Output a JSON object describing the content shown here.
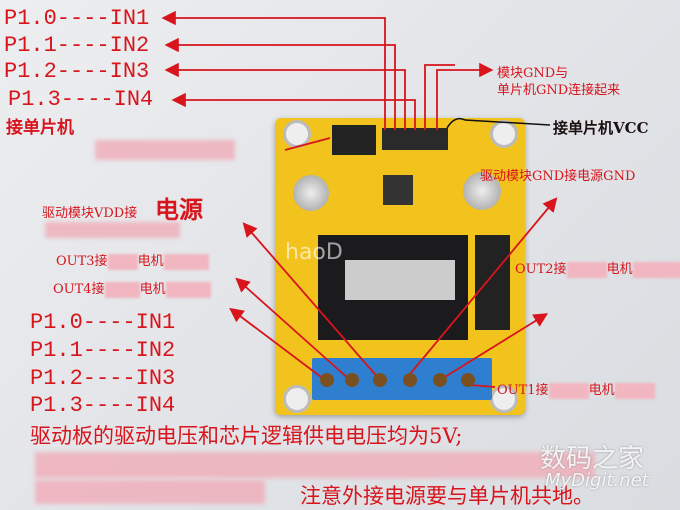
{
  "top_pin_map": [
    "P1.0----IN1",
    "P1.1----IN2",
    "P1.2----IN3",
    "P1.3----IN4"
  ],
  "connect_mcu_label": "接单片机",
  "gnd_note": [
    "模块GND与",
    "单片机GND连接起来"
  ],
  "vcc_label": "接单片机VCC",
  "gnd_power_label": "驱动模块GND接电源GND",
  "vdd_label": "驱动模块VDD接",
  "vdd_power": "电源",
  "out3": {
    "prefix": "OUT3接",
    "motor": "电机"
  },
  "out4": {
    "prefix": "OUT4接",
    "motor": "电机"
  },
  "out2": {
    "prefix": "OUT2接",
    "motor": "电机"
  },
  "out1": {
    "prefix": "OUT1接",
    "motor": "电机"
  },
  "bottom_pin_map": [
    "P1.0----IN1",
    "P1.1----IN2",
    "P1.2----IN3",
    "P1.3----IN4"
  ],
  "note_voltage": "驱动板的驱动电压和芯片逻辑供电电压均为5V;",
  "note_ground": "注意外接电源要与单片机共地。",
  "watermark": {
    "cn": "数码之家",
    "en": "MyDigit.net"
  },
  "colors": {
    "annotation": "#d8141c",
    "pcb": "#f2c31c",
    "terminal": "#2f7fd0",
    "heatsink": "#1b1b1d"
  }
}
